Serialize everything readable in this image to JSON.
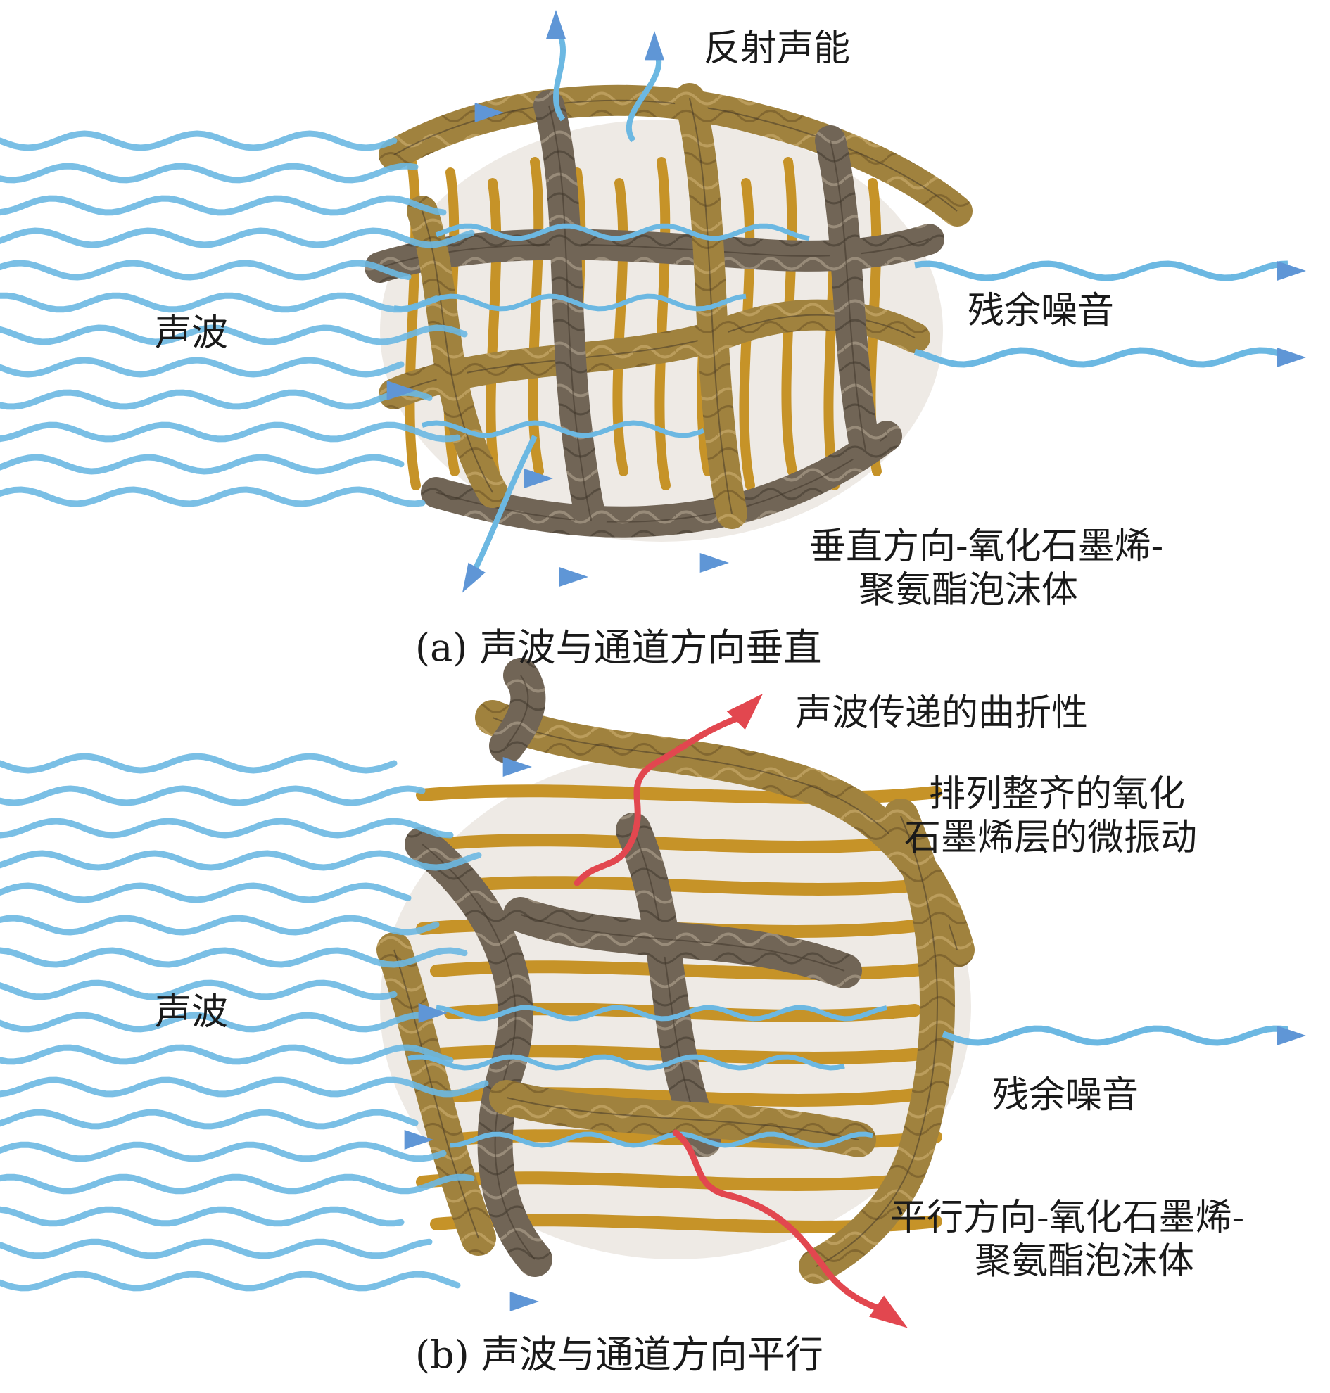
{
  "colors": {
    "wave": "#6cb8e2",
    "wave_arrow": "#5f96d6",
    "red_path": "#e2474f",
    "sheet_gold": "#a0823e",
    "sheet_dark": "#716556",
    "strut_gold": "#c69328",
    "background": "#ffffff"
  },
  "panel_a": {
    "reflected_energy": "反射声能",
    "sound_wave": "声波",
    "residual_noise": "残余噪音",
    "foam_line1": "垂直方向-氧化石墨烯-",
    "foam_line2": "聚氨酯泡沫体",
    "caption": "(a) 声波与通道方向垂直"
  },
  "panel_b": {
    "tortuosity": "声波传递的曲折性",
    "vibration_line1": "排列整齐的氧化",
    "vibration_line2": "石墨烯层的微振动",
    "sound_wave": "声波",
    "residual_noise": "残余噪音",
    "foam_line1": "平行方向-氧化石墨烯-",
    "foam_line2": "聚氨酯泡沫体",
    "caption": "(b) 声波与通道方向平行"
  }
}
